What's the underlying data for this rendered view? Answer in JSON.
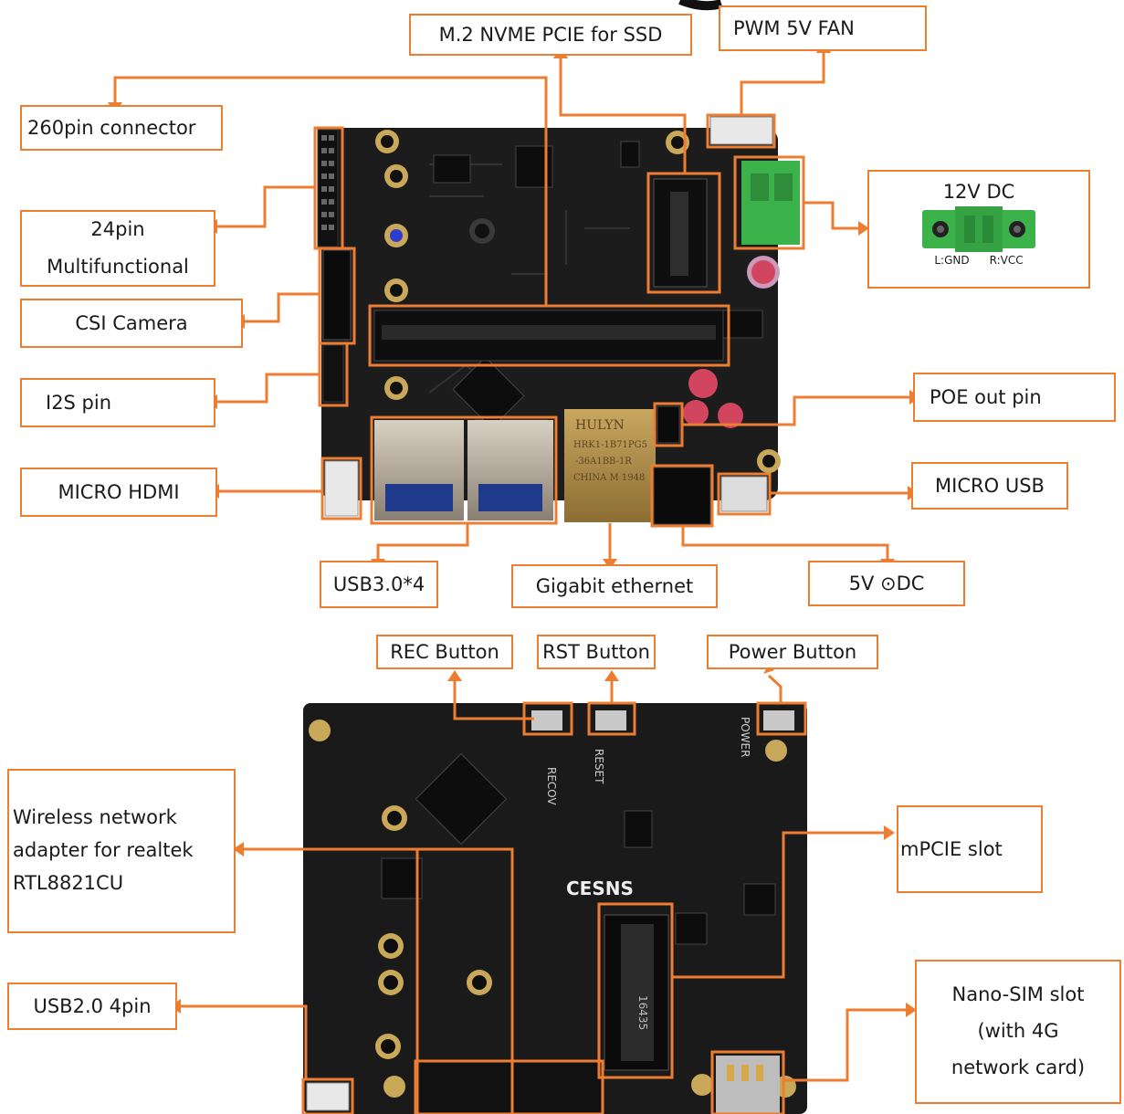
{
  "labels": {
    "m2": "M.2 NVME PCIE for SSD",
    "fan": "PWM 5V FAN",
    "pin260": "260pin connector",
    "pin24_line1": "24pin",
    "pin24_line2": "Multifunctional",
    "dc12": "12V DC",
    "dc12_gnd": "L:GND",
    "dc12_vcc": "R:VCC",
    "csi": "CSI Camera",
    "i2s": "I2S pin",
    "poe": "POE out pin",
    "hdmi": "MICRO HDMI",
    "microusb": "MICRO USB",
    "usb3": "USB3.0*4",
    "gige": "Gigabit ethernet",
    "dc5": "5V ⊙DC",
    "rec": "REC Button",
    "rst": "RST Button",
    "power": "Power Button",
    "wifi_line1": "Wireless network",
    "wifi_line2": "adapter for realtek",
    "wifi_line3": "RTL8821CU",
    "mpcie": "mPCIE slot",
    "usb2": "USB2.0 4pin",
    "sim_line1": "Nano-SIM slot",
    "sim_line2": "(with 4G",
    "sim_line3": "network card)"
  },
  "board_text": {
    "ethernet_chip": [
      "HULYN",
      "HRK1-1B71PG5",
      "-36A1BB-1R",
      "CHINA M 1948"
    ],
    "logo": "CESNS",
    "recov": "RECOV",
    "reset": "RESET",
    "power": "POWER",
    "mpcie_chip": "16435"
  },
  "colors": {
    "accent": "#ED7D31",
    "pcb": "#1b1b1b",
    "terminal": "#3cb34a"
  }
}
